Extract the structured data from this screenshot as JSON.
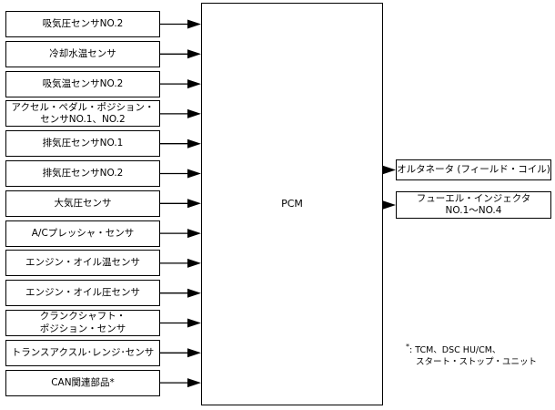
{
  "inputs": [
    {
      "label": "吸気圧センサNO.2"
    },
    {
      "label": "冷却水温センサ"
    },
    {
      "label": "吸気温センサNO.2"
    },
    {
      "label": "アクセル・ペダル・ポジション・\nセンサNO.1、NO.2"
    },
    {
      "label": "排気圧センサNO.1"
    },
    {
      "label": "排気圧センサNO.2"
    },
    {
      "label": "大気圧センサ"
    },
    {
      "label": "A/Cプレッシャ・センサ"
    },
    {
      "label": "エンジン・オイル温センサ"
    },
    {
      "label": "エンジン・オイル圧センサ"
    },
    {
      "label": "クランクシャフト・\nポジション・センサ"
    },
    {
      "label": "トランスアクスル･レンジ･センサ"
    },
    {
      "label": "CAN関連部品*"
    }
  ],
  "pcm": {
    "label": "PCM"
  },
  "outputs": [
    {
      "label": "オルタネータ (フィールド・コイル)"
    },
    {
      "label": "フューエル・インジェクタ\nNO.1〜NO.4"
    }
  ],
  "footnote": {
    "marker": "*",
    "line1": ": TCM、DSC HU/CM、",
    "line2": "スタート・ストップ・ユニット"
  }
}
